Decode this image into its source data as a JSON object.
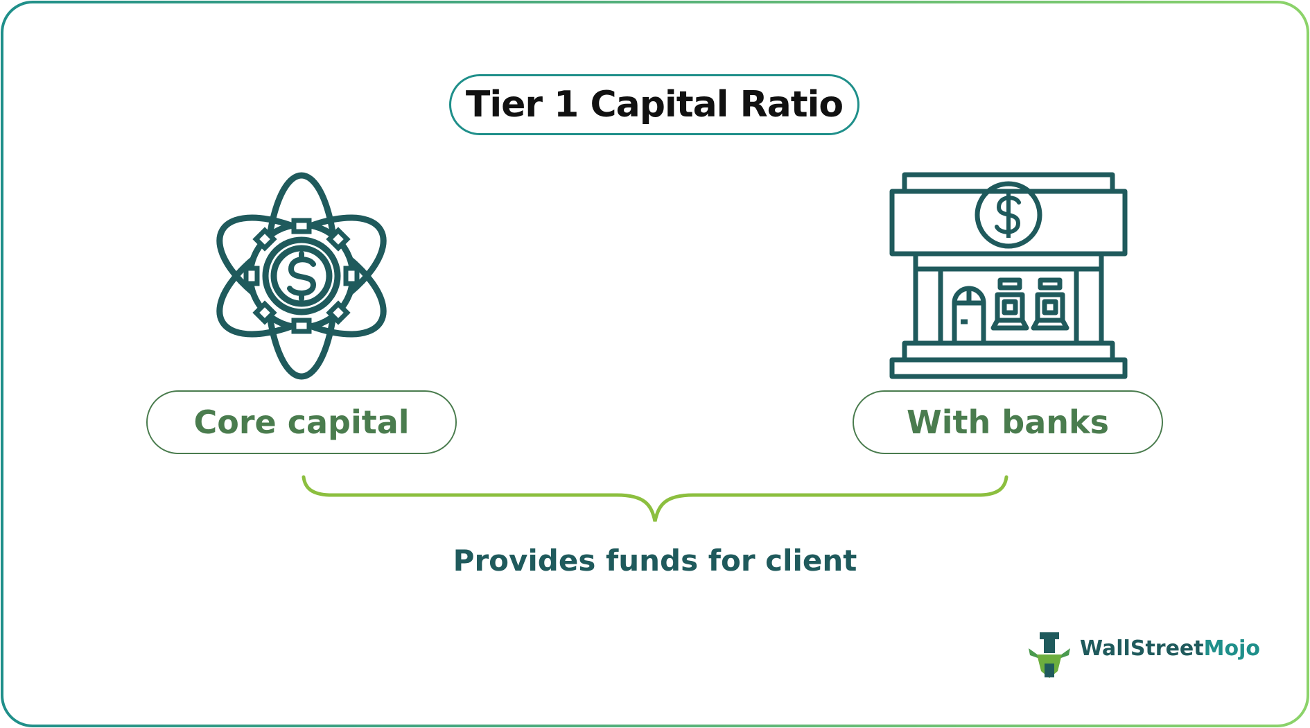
{
  "title": "Tier 1 Capital Ratio",
  "left_label": "Core capital",
  "right_label": "With banks",
  "caption": "Provides funds for client",
  "brand": {
    "part1": "WallStreet",
    "part2": "Mojo"
  },
  "icons": {
    "left": "atom-gear-dollar-icon",
    "right": "bank-building-icon",
    "logo": "bull-mascot-icon"
  },
  "colors": {
    "dark_teal": "#1f5a5c",
    "green": "#4a7c4e",
    "lime": "#8cbf3f",
    "teal": "#1f8f8a"
  }
}
